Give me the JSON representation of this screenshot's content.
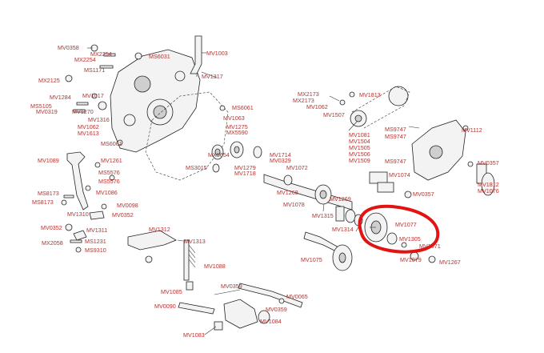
{
  "highlight_color": "#e31313",
  "label_color": "#b3322f",
  "labels": [
    "MV0358",
    "MX2254",
    "MX2254",
    "MS6031",
    "MV1003",
    "MS1171",
    "MV1317",
    "MX2125",
    "MV1284",
    "MV1017",
    "MS5105",
    "MV0319",
    "MV1270",
    "MV1316",
    "MV1062",
    "MV1613",
    "MS6061",
    "MS6061",
    "MV1063",
    "MV1275",
    "MX5590",
    "MX5654",
    "MS3015",
    "MV1279",
    "MV1718",
    "MV1714",
    "MV0329",
    "MV1072",
    "MX2173",
    "MX2173",
    "MV1062",
    "MV1507",
    "MV1813",
    "MV1081",
    "MV1504",
    "MV1505",
    "MV1506",
    "MV1509",
    "MS9747",
    "MV1112",
    "MS9747",
    "MS9747",
    "MV0357",
    "MV1074",
    "MV0357",
    "MV1812",
    "MV1076",
    "MV1089",
    "MV1261",
    "MS5576",
    "MS5576",
    "MV1086",
    "MS8173",
    "MS8173",
    "MV0098",
    "MV1310",
    "MV0352",
    "MV1268",
    "MV1078",
    "MV1269",
    "MV1315",
    "MV1077",
    "MV1314",
    "MV1305",
    "MV1071",
    "MV0352",
    "MV1311",
    "MX2058",
    "MS1231",
    "MS9310",
    "MV1312",
    "MV1313",
    "MV1088",
    "MV1075",
    "MV1079",
    "MV1267",
    "MV0359",
    "MV0065",
    "MV1085",
    "MV0359",
    "MV0090",
    "MV1084",
    "MV1083"
  ]
}
